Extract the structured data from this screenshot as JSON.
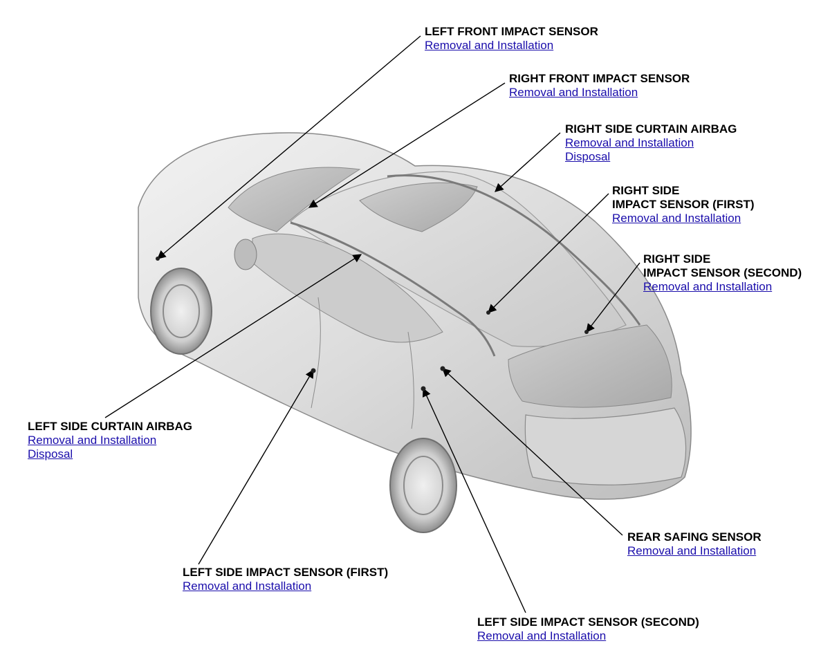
{
  "callouts": {
    "left_front": {
      "title": "LEFT FRONT IMPACT SENSOR",
      "links": [
        "Removal and Installation"
      ]
    },
    "right_front": {
      "title": "RIGHT FRONT IMPACT SENSOR",
      "links": [
        "Removal and Installation"
      ]
    },
    "right_curtain": {
      "title": "RIGHT SIDE CURTAIN AIRBAG",
      "links": [
        "Removal and Installation",
        "Disposal"
      ]
    },
    "right_side_first": {
      "title_lines": [
        "RIGHT SIDE",
        "IMPACT SENSOR (FIRST)"
      ],
      "links": [
        "Removal and Installation"
      ]
    },
    "right_side_second": {
      "title_lines": [
        "RIGHT SIDE",
        "IMPACT SENSOR (SECOND)"
      ],
      "links": [
        "Removal and Installation"
      ]
    },
    "left_curtain": {
      "title": "LEFT SIDE CURTAIN AIRBAG",
      "links": [
        "Removal and Installation",
        "Disposal"
      ]
    },
    "rear_safing": {
      "title": "REAR SAFING SENSOR",
      "links": [
        "Removal and Installation"
      ]
    },
    "left_side_first": {
      "title": "LEFT SIDE IMPACT SENSOR (FIRST)",
      "links": [
        "Removal and Installation"
      ]
    },
    "left_side_second": {
      "title": "LEFT SIDE IMPACT SENSOR (SECOND)",
      "links": [
        "Removal and Installation"
      ]
    }
  },
  "colors": {
    "link": "#1a0dab",
    "text": "#000000",
    "leader": "#000000"
  }
}
